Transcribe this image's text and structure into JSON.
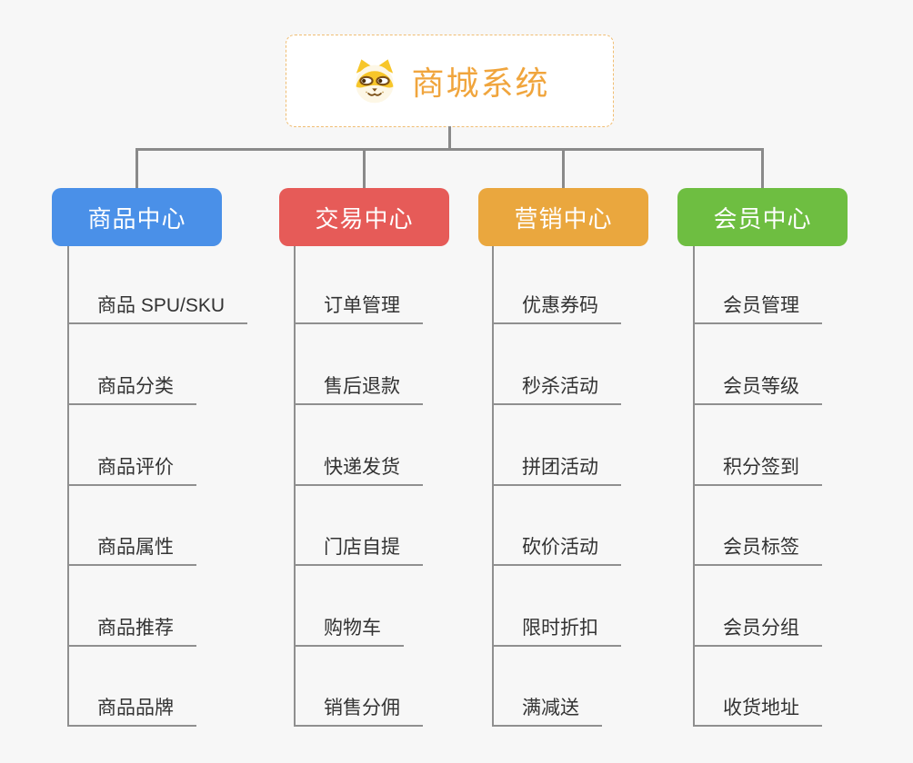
{
  "root": {
    "title": "商城系统",
    "icon": "dog-face-icon"
  },
  "branches": [
    {
      "label": "商品中心",
      "color": "#4a90e8",
      "items": [
        "商品 SPU/SKU",
        "商品分类",
        "商品评价",
        "商品属性",
        "商品推荐",
        "商品品牌"
      ]
    },
    {
      "label": "交易中心",
      "color": "#e65b58",
      "items": [
        "订单管理",
        "售后退款",
        "快递发货",
        "门店自提",
        "购物车",
        "销售分佣"
      ]
    },
    {
      "label": "营销中心",
      "color": "#eaa73e",
      "items": [
        "优惠券码",
        "秒杀活动",
        "拼团活动",
        "砍价活动",
        "限时折扣",
        "满减送"
      ]
    },
    {
      "label": "会员中心",
      "color": "#6ebe41",
      "items": [
        "会员管理",
        "会员等级",
        "积分签到",
        "会员标签",
        "会员分组",
        "收货地址"
      ]
    }
  ],
  "colors": {
    "background": "#f7f7f7",
    "root_border": "#f0bd72",
    "root_text": "#f0a53d",
    "connector": "#8a8a8a",
    "leaf_line": "#8f8f8f",
    "leaf_text": "#333333"
  }
}
